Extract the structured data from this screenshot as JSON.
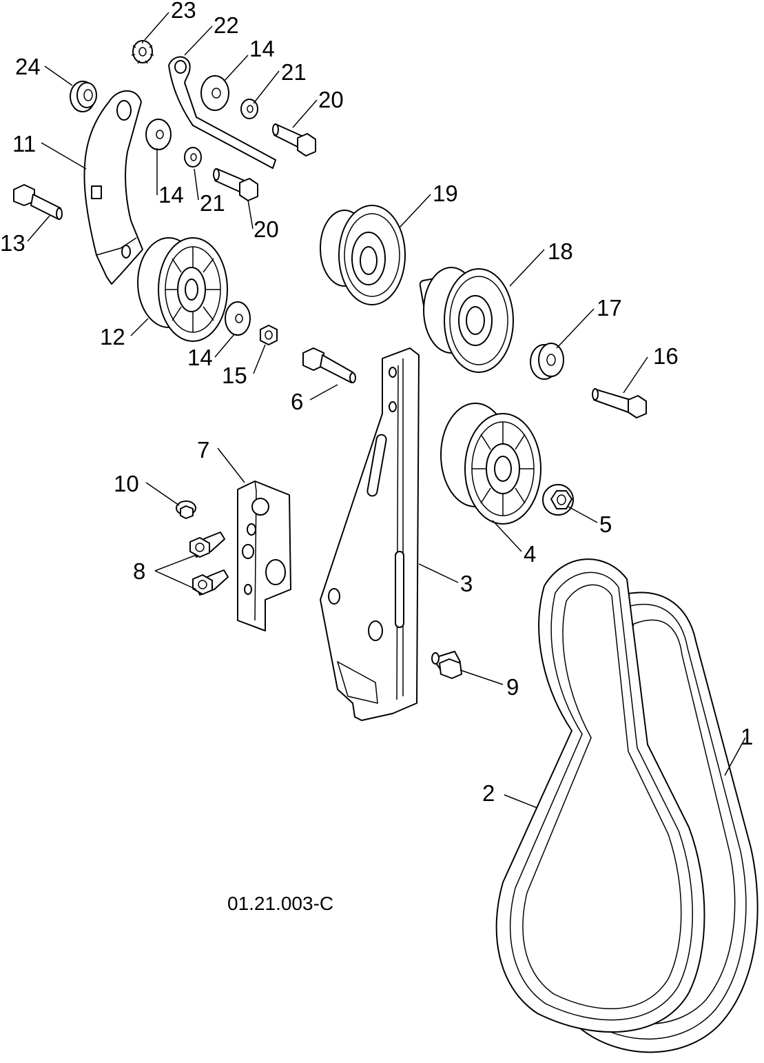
{
  "figure": {
    "doc_number": "01.21.003-C",
    "callouts": [
      "1",
      "2",
      "3",
      "4",
      "5",
      "6",
      "7",
      "8",
      "9",
      "10",
      "11",
      "12",
      "13",
      "14",
      "14",
      "14",
      "15",
      "16",
      "17",
      "18",
      "19",
      "20",
      "20",
      "21",
      "21",
      "22",
      "23",
      "24"
    ]
  },
  "colors": {
    "line": "#000000",
    "background": "#ffffff"
  }
}
